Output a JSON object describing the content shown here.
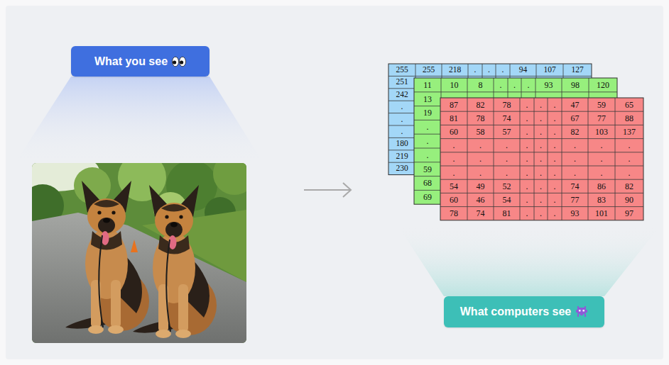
{
  "diagram": {
    "nodes": [
      {
        "text": [
          "What you see"
        ]
      },
      {
        "text": [
          "What computers see"
        ]
      }
    ],
    "labels": [
      "255",
      "255",
      "218",
      ".",
      ".",
      ".",
      "94",
      "107",
      "127",
      "251",
      "242",
      ".",
      ".",
      ".",
      "180",
      "219",
      "230",
      "11",
      "10",
      "8",
      ".",
      ".",
      ".",
      "93",
      "98",
      "120",
      "13",
      "19",
      ".",
      ".",
      ".",
      "59",
      "68",
      "69",
      "87",
      "82",
      "78",
      ".",
      ".",
      ".",
      "47",
      "59",
      "65",
      "81",
      "78",
      "74",
      ".",
      ".",
      ".",
      "67",
      "77",
      "88",
      "60",
      "58",
      "57",
      ".",
      ".",
      ".",
      "82",
      "103",
      "137",
      ".",
      ".",
      ".",
      ".",
      ".",
      ".",
      ".",
      ".",
      ".",
      ".",
      ".",
      ".",
      ".",
      ".",
      ".",
      ".",
      ".",
      ".",
      ".",
      ".",
      ".",
      ".",
      ".",
      ".",
      ".",
      ".",
      ".",
      "54",
      "49",
      "52",
      ".",
      ".",
      ".",
      "74",
      "86",
      "82",
      "60",
      "46",
      "54",
      ".",
      ".",
      ".",
      "77",
      "83",
      "90",
      "78",
      "74",
      "81",
      ".",
      ".",
      ".",
      "93",
      "101",
      "97"
    ]
  }
}
